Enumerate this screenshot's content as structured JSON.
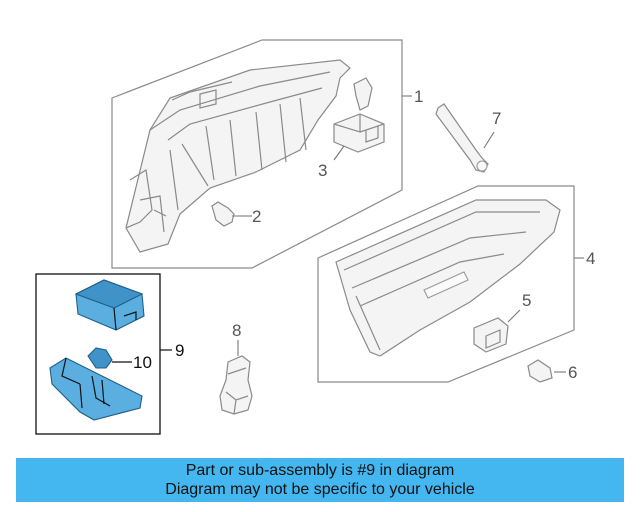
{
  "callouts": {
    "c1": "1",
    "c2": "2",
    "c3": "3",
    "c4": "4",
    "c5": "5",
    "c6": "6",
    "c7": "7",
    "c8": "8",
    "c9": "9",
    "c10": "10"
  },
  "highlight_color": "#5aaee0",
  "banner": {
    "background": "#44b6f0",
    "line1": "Part or sub-assembly is #9 in diagram",
    "line2": "Diagram may not be specific to your vehicle"
  }
}
